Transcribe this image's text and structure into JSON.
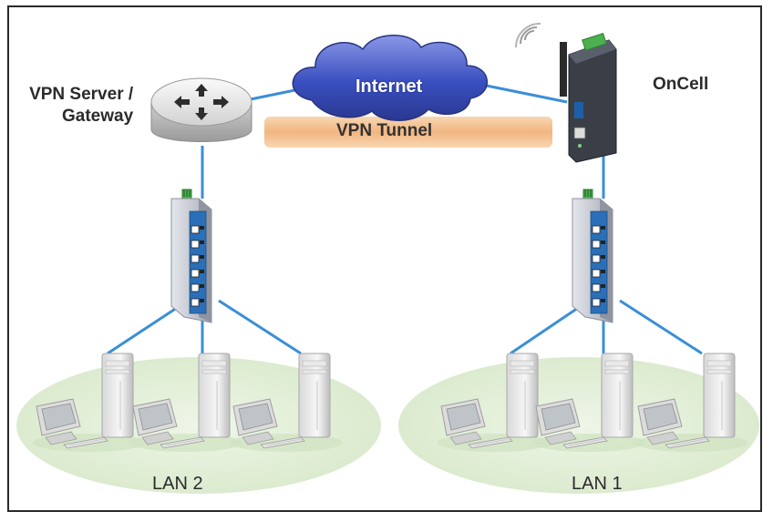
{
  "labels": {
    "vpn_server_line1": "VPN Server /",
    "vpn_server_line2": "Gateway",
    "oncell": "OnCell",
    "internet": "Internet",
    "vpn_tunnel": "VPN Tunnel",
    "lan2": "LAN 2",
    "lan1": "LAN 1"
  },
  "colors": {
    "link": "#3a8fd6",
    "cloud": "#3b4fb5",
    "tunnel": "#f2b27a",
    "lan_area": "#e6f1dd",
    "switch_body": "#c9ccd4",
    "switch_front": "#2a6fb8"
  }
}
